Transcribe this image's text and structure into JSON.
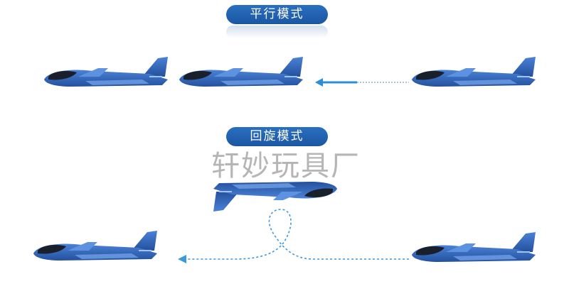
{
  "sections": [
    {
      "label": "平行模式"
    },
    {
      "label": "回旋模式"
    }
  ],
  "watermark": "轩妙玩具厂",
  "colors": {
    "plane": "#2e63b8",
    "pill": "#1f5ead",
    "arrow": "#2a8fd6"
  }
}
